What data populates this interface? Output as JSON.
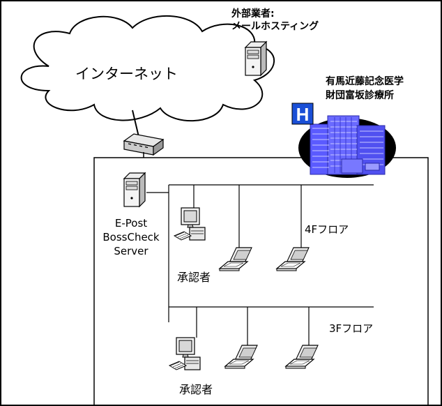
{
  "cloud": {
    "label": "インターネット"
  },
  "mail_hosting": {
    "line1": "外部業者:",
    "line2": "メールホスティング"
  },
  "clinic": {
    "line1": "有馬近藤記念医学",
    "line2": "財団富坂診療所",
    "logo_letter": "H"
  },
  "server": {
    "line1": "E-Post",
    "line2": "BossCheck",
    "line3": "Server"
  },
  "floor4": {
    "label": "4Fフロア",
    "approver_label": "承認者"
  },
  "floor3": {
    "label": "3Fフロア",
    "approver_label": "承認者"
  },
  "colors": {
    "building": "#5b5bff",
    "building_dark": "#2a2aa8",
    "hospital_sign": "#1a4fd6",
    "line": "#000000",
    "device_body": "#f2f2f2"
  }
}
